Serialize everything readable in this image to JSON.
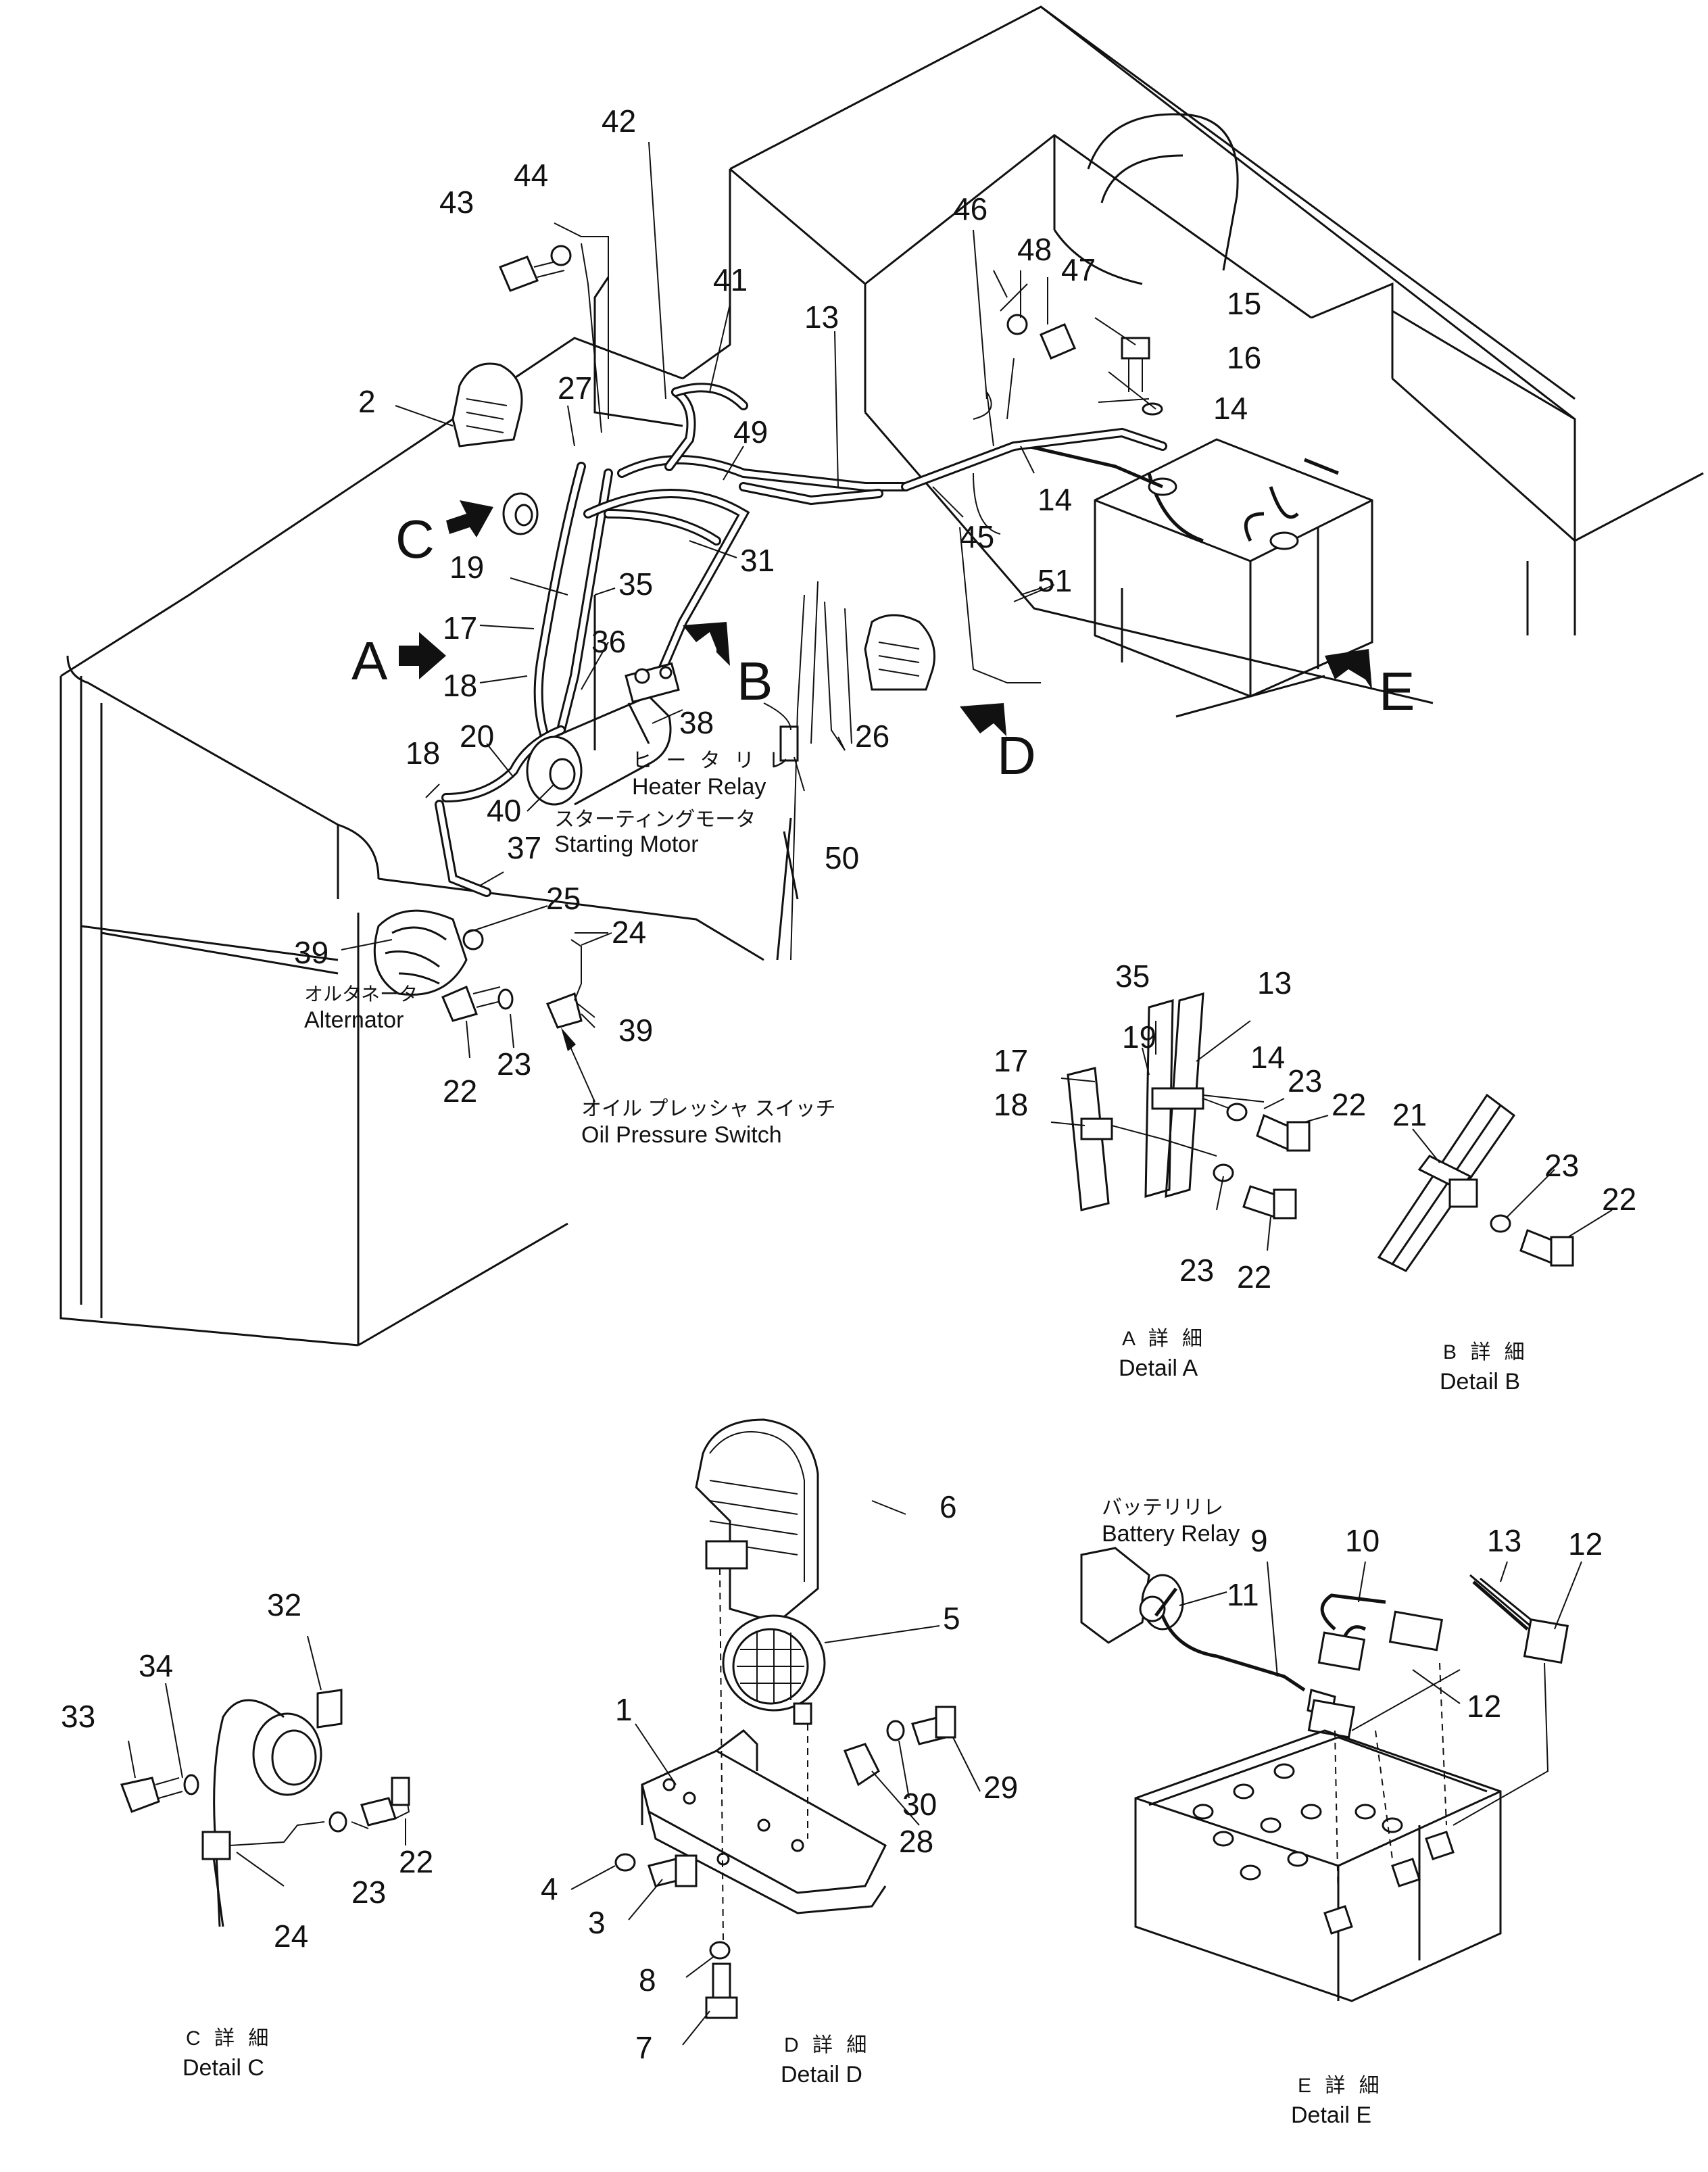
{
  "callouts": {
    "n1": "1",
    "n2": "2",
    "n3": "3",
    "n4": "4",
    "n5": "5",
    "n6": "6",
    "n7": "7",
    "n8": "8",
    "n9": "9",
    "n10": "10",
    "n11": "11",
    "n12": "12",
    "n13": "13",
    "n14": "14",
    "n15": "15",
    "n16": "16",
    "n17": "17",
    "n18": "18",
    "n19": "19",
    "n20": "20",
    "n21": "21",
    "n22": "22",
    "n23": "23",
    "n24": "24",
    "n25": "25",
    "n26": "26",
    "n27": "27",
    "n28": "28",
    "n29": "29",
    "n30": "30",
    "n31": "31",
    "n32": "32",
    "n33": "33",
    "n34": "34",
    "n35": "35",
    "n36": "36",
    "n37": "37",
    "n38": "38",
    "n39": "39",
    "n40": "40",
    "n41": "41",
    "n42": "42",
    "n43": "43",
    "n44": "44",
    "n45": "45",
    "n46": "46",
    "n47": "47",
    "n48": "48",
    "n49": "49",
    "n50": "50",
    "n51": "51"
  },
  "view_letters": {
    "a": "A",
    "b": "B",
    "c": "C",
    "d": "D",
    "e": "E"
  },
  "component_labels": {
    "heater_relay_jp": "ヒ ー タ リ レ",
    "heater_relay_en": "Heater Relay",
    "starting_motor_jp": "スターティングモータ",
    "starting_motor_en": "Starting  Motor",
    "alternator_jp": "オルタネータ",
    "alternator_en": "Alternator",
    "oil_pressure_switch_jp": "オイル プレッシャ スイッチ",
    "oil_pressure_switch_en": "Oil    Pressure  Switch",
    "battery_relay_jp": "バッテリリレ",
    "battery_relay_en": "Battery Relay"
  },
  "detail_captions": {
    "a_jp": "A 詳 細",
    "a_en": "Detail  A",
    "b_jp": "B 詳 細",
    "b_en": "Detail  B",
    "c_jp": "C 詳 細",
    "c_en": "Detail  C",
    "d_jp": "D 詳 細",
    "d_en": "Detail  D",
    "e_jp": "E 詳 細",
    "e_en": "Detail  E"
  },
  "colors": {
    "ink": "#111111",
    "paper": "#ffffff"
  }
}
